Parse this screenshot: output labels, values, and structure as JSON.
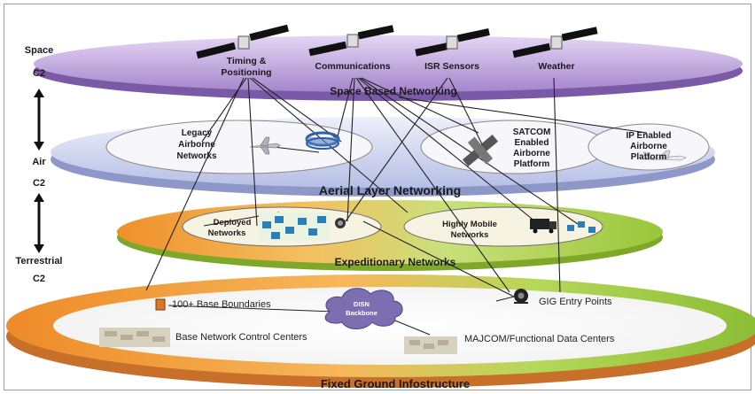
{
  "side_axis": {
    "space": "Space",
    "space_c2": "C2",
    "air": "Air",
    "air_c2": "C2",
    "terrestrial": "Terrestrial",
    "terrestrial_c2": "C2"
  },
  "space_layer": {
    "title": "Space Based Networking",
    "items": [
      "Timing &",
      "Positioning",
      "Communications",
      "ISR Sensors",
      "Weather"
    ]
  },
  "air_layer": {
    "title": "Aerial Layer Networking",
    "legacy": [
      "Legacy",
      "Airborne",
      "Networks"
    ],
    "satcom": [
      "SATCOM",
      "Enabled",
      "Airborne",
      "Platform"
    ],
    "ip": [
      "IP Enabled",
      "Airborne",
      "Platform"
    ]
  },
  "expeditionary_layer": {
    "title": "Expeditionary Networks",
    "deployed": [
      "Deployed",
      "Networks"
    ],
    "mobile": [
      "Highly Mobile",
      "Networks"
    ]
  },
  "ground_layer": {
    "title": "Fixed Ground Infostructure",
    "base_boundaries": "100+ Base Boundaries",
    "control_centers": "Base Network Control Centers",
    "disn": [
      "DISN",
      "Backbone"
    ],
    "gig": "GIG Entry Points",
    "majcom": "MAJCOM/Functional Data Centers"
  },
  "colors": {
    "space": "#b99fd8",
    "air": "#c7cdea",
    "expeditionary": "#b4d65a",
    "ground_orange": "#f0933a",
    "ground_green": "#9cc63e",
    "cloud": "#7b6fb2"
  }
}
